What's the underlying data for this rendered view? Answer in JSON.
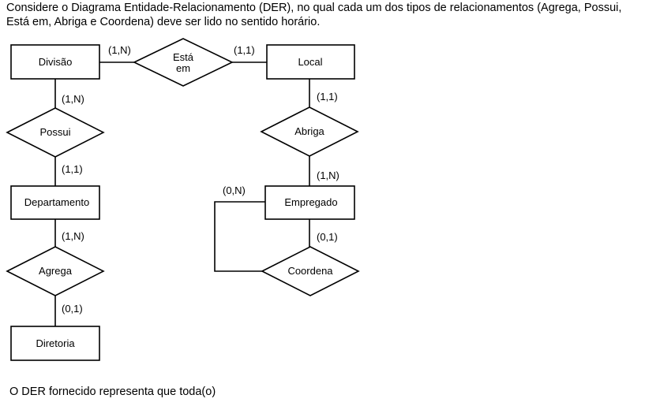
{
  "question": {
    "intro_line1": "Considere o Diagrama Entidade-Relacionamento (DER), no qual cada um dos tipos de relacionamentos (Agrega, Possui,",
    "intro_line2": "Está em, Abriga e Coordena) deve ser lido no sentido horário.",
    "closing": "O DER fornecido representa que toda(o)"
  },
  "diagram": {
    "entities": {
      "divisao": "Divisão",
      "local": "Local",
      "departamento": "Departamento",
      "empregado": "Empregado",
      "diretoria": "Diretoria"
    },
    "relationships": {
      "esta_em_line1": "Está",
      "esta_em_line2": "em",
      "possui": "Possui",
      "abriga": "Abriga",
      "agrega": "Agrega",
      "coordena": "Coordena"
    },
    "cardinalities": {
      "divisao_esta_em": "(1,N)",
      "local_esta_em": "(1,1)",
      "divisao_possui": "(1,N)",
      "departamento_possui": "(1,1)",
      "local_abriga": "(1,1)",
      "empregado_abriga": "(1,N)",
      "departamento_agrega": "(1,N)",
      "diretoria_agrega": "(0,1)",
      "empregado_coordena_loop": "(0,N)",
      "empregado_coordena": "(0,1)"
    }
  }
}
